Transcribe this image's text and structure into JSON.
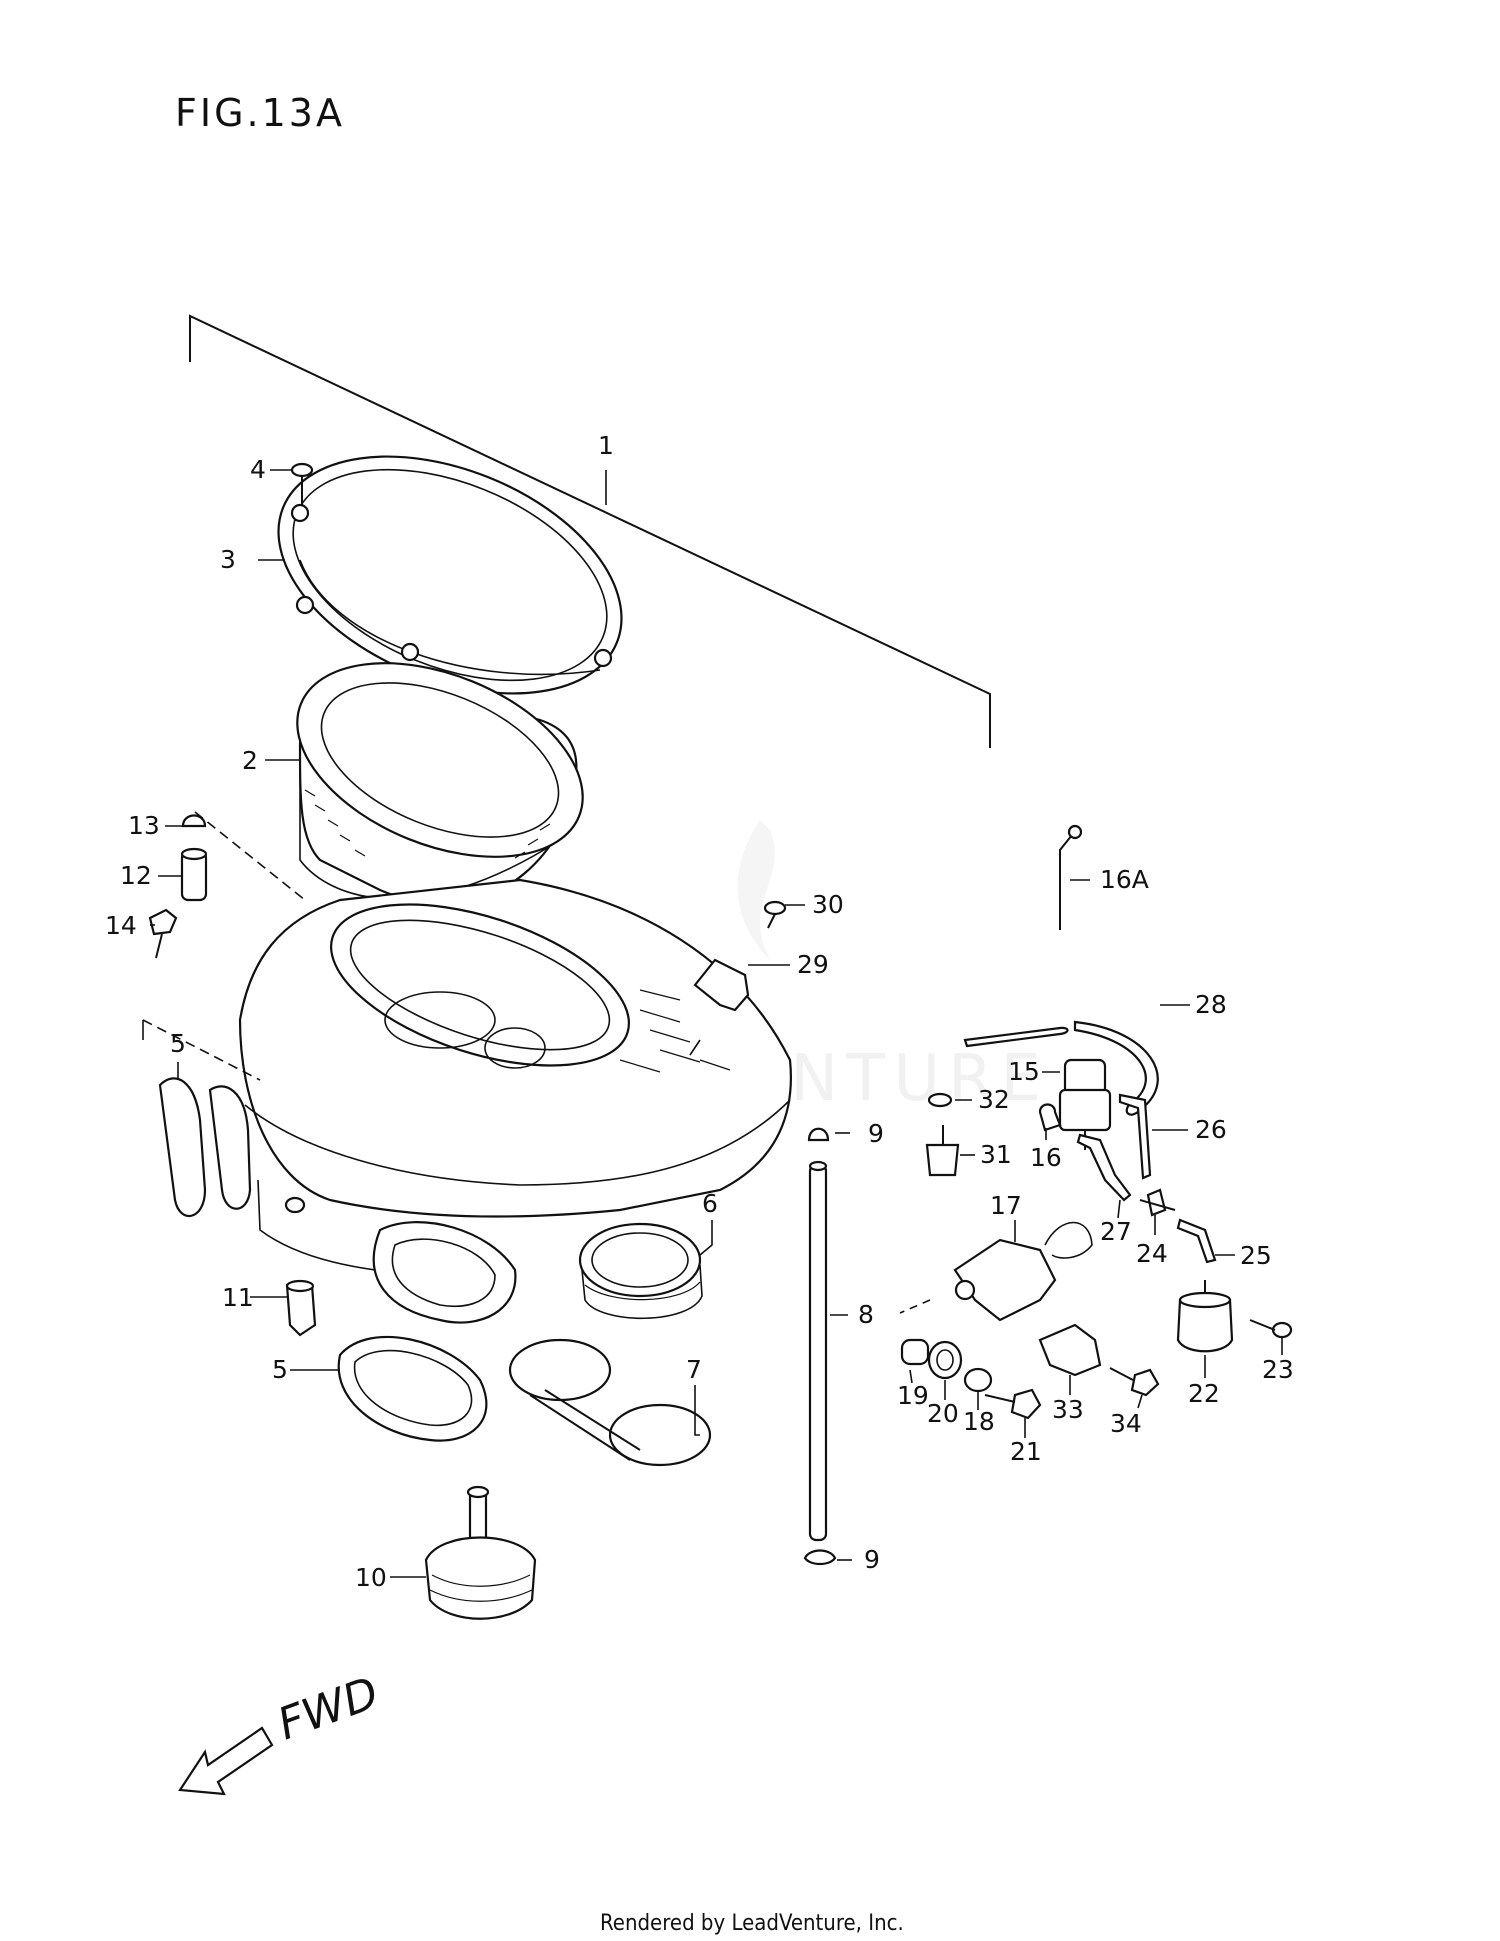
{
  "figure": {
    "title": "FIG.13A",
    "direction_label": "FWD",
    "watermark": "LEADVENTURE",
    "footer": "Rendered by LeadVenture, Inc."
  },
  "callouts": [
    "1",
    "2",
    "3",
    "4",
    "5",
    "5",
    "6",
    "7",
    "8",
    "9",
    "9",
    "10",
    "11",
    "12",
    "13",
    "14",
    "15",
    "16",
    "16A",
    "17",
    "18",
    "19",
    "20",
    "21",
    "22",
    "23",
    "24",
    "25",
    "26",
    "27",
    "28",
    "29",
    "30",
    "31",
    "32",
    "33",
    "34"
  ],
  "colors": {
    "ink": "#111111",
    "paper": "#ffffff",
    "watermark": "#e6e6e6"
  },
  "icons": {
    "direction": "fwd-arrow-icon"
  }
}
